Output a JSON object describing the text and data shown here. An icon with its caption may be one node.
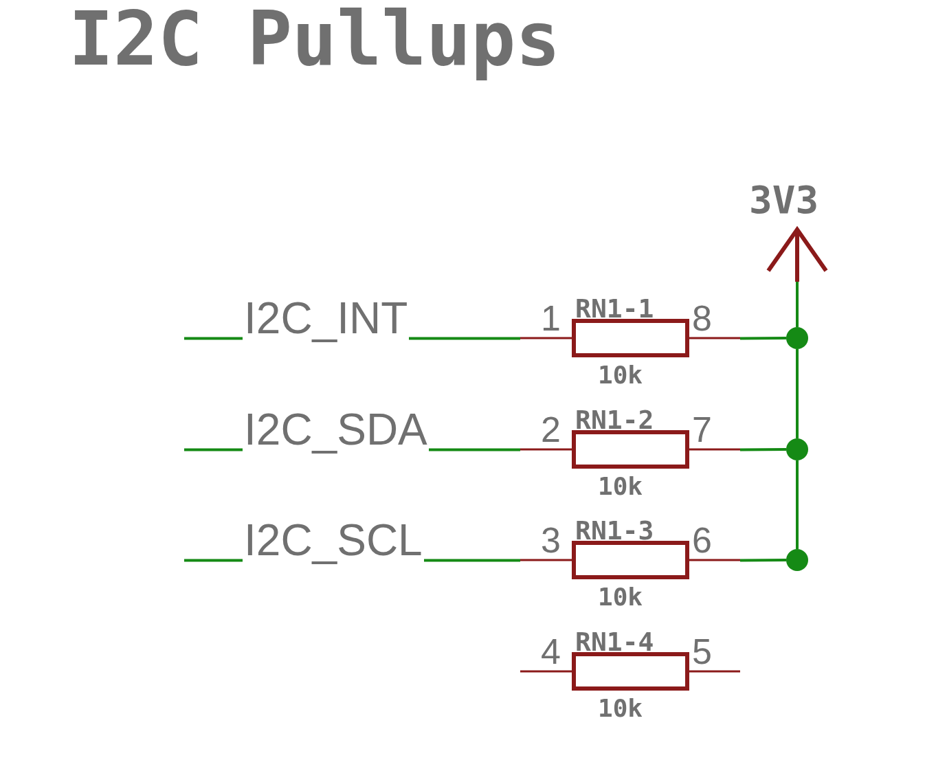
{
  "diagram": {
    "title": "I2C Pullups",
    "nodes": [
      {
        "text": [
          "3V3"
        ]
      },
      {
        "text": [
          "1",
          "RN1-1",
          "8",
          "10k"
        ]
      },
      {
        "text": [
          "2",
          "RN1-2",
          "7",
          "10k"
        ]
      },
      {
        "text": [
          "3",
          "RN1-3",
          "6",
          "10k"
        ]
      },
      {
        "text": [
          "4",
          "RN1-4",
          "5",
          "10k"
        ]
      },
      {
        "text": [],
        "shape": "circle"
      },
      {
        "text": [],
        "shape": "circle"
      },
      {
        "text": [],
        "shape": "circle"
      }
    ],
    "edges": [
      {
        "from": null,
        "to": 1,
        "arrow": "none",
        "label": "I2C_INT"
      },
      {
        "from": 1,
        "to": 5,
        "arrow": "none"
      },
      {
        "from": null,
        "to": 2,
        "arrow": "none",
        "label": "I2C_SDA"
      },
      {
        "from": 2,
        "to": 6,
        "arrow": "none"
      },
      {
        "from": null,
        "to": 3,
        "arrow": "none",
        "label": "I2C_SCL"
      },
      {
        "from": 3,
        "to": 7,
        "arrow": "none"
      },
      {
        "from": 5,
        "to": 0,
        "arrow": "none"
      },
      {
        "from": 6,
        "to": 5,
        "arrow": "none"
      },
      {
        "from": 7,
        "to": 6,
        "arrow": "none"
      }
    ]
  }
}
